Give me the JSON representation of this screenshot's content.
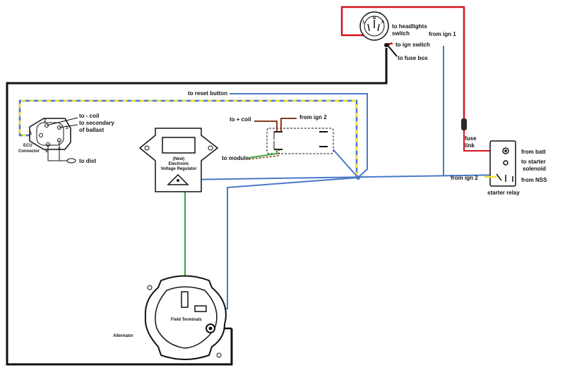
{
  "colors": {
    "black_wire": "#111111",
    "red_wire": "#d4141c",
    "blue_wire": "#4a78c8",
    "yellow_wire": "#f0e030",
    "green_wire": "#3aa63a",
    "brown_wire": "#8a3a1c"
  },
  "labels": {
    "to_headlights_switch_1": "to headlights",
    "to_headlights_switch_2": "switch",
    "to_ign_switch": "to ign switch",
    "to_fuse_box": "to fuse box",
    "from_ign_1": "from ign 1",
    "to_reset_button": "to reset button",
    "to_coil": "to - coil",
    "to_secondary_1": "to secondary",
    "to_secondary_2": "of ballast",
    "to_dist": "to dist",
    "ecu_connector_1": "ECU",
    "ecu_connector_2": "Connector",
    "pin_1": "1",
    "pin_2": "2",
    "pin_3": "3",
    "pin_4": "4",
    "pin_5": "5",
    "to_plus_coil": "to + coil",
    "from_ign_2_relay": "from ign 2",
    "to_module": "to module",
    "regulator_1": "(New)",
    "regulator_2": "Electronic",
    "regulator_3": "Voltage Regulator",
    "fuse_link_1": "fuse",
    "fuse_link_2": "link",
    "from_batt": "from batt",
    "to_starter_solenoid_1": "to starter",
    "to_starter_solenoid_2": "solenoid",
    "from_ign_2_starter": "from ign 2",
    "from_nss": "from NSS",
    "starter_relay": "starter relay",
    "field_terminals": "Field Terminals",
    "alternator": "Alternator",
    "switch_a": "1",
    "switch_b": "B",
    "switch_c": "A"
  }
}
